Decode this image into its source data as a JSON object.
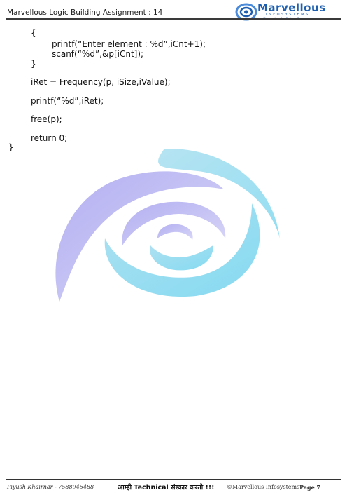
{
  "header": {
    "title": "Marvellous Logic Building Assignment : 14",
    "logo_name": "Marvellous",
    "logo_subtitle": "INFOSYSTEMS",
    "logo_tagline": "Educating for Better Tomorrow"
  },
  "code_lines": [
    "{",
    "printf(“Enter element : %d”,iCnt+1);",
    "scanf(“%d”,&p[iCnt]);",
    "}",
    "iRet = Frequency(p, iSize,iValue);",
    "printf(“%d”,iRet);",
    "free(p);",
    "return 0;",
    "}"
  ],
  "footer": {
    "author": "Piyush Khairnar - 7588945488",
    "slogan": "आम्ही Technical संस्कार करतो !!!",
    "copyright": "©Marvellous Infosystems",
    "page": "Page 7"
  },
  "colors": {
    "watermark_purple": "#b3aef0",
    "watermark_cyan": "#8fdcf0",
    "brand_blue": "#1f5fb0"
  }
}
